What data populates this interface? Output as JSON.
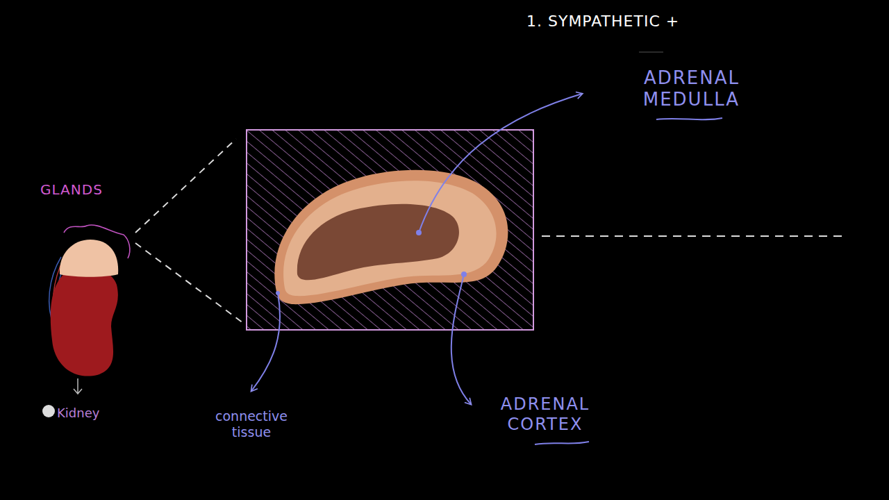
{
  "diagram": {
    "labels": [
      "1. SYMPATHETIC +",
      "ADRENAL MEDULLA",
      "GLANDS",
      "Kidney",
      "connective tissue",
      "ADRENAL CORTEX"
    ]
  }
}
